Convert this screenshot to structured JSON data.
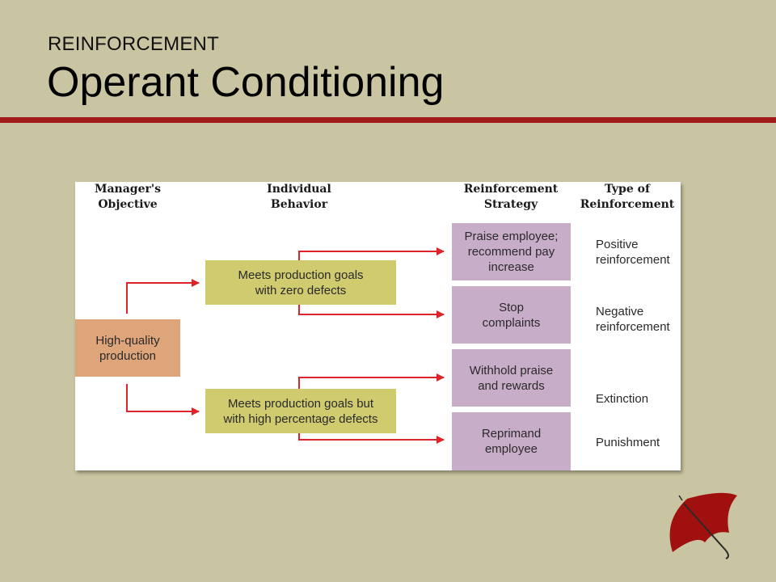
{
  "slide": {
    "subtitle": "REINFORCEMENT",
    "title": "Operant Conditioning"
  },
  "diagram": {
    "headers": {
      "objective": [
        "Manager's",
        "Objective"
      ],
      "behavior": [
        "Individual",
        "Behavior"
      ],
      "strategy": [
        "Reinforcement",
        "Strategy"
      ],
      "type": [
        "Type of",
        "Reinforcement"
      ]
    },
    "objective": [
      "High-quality",
      "production"
    ],
    "behaviors": [
      [
        "Meets production goals",
        "with zero defects"
      ],
      [
        "Meets production goals but",
        "with high percentage defects"
      ]
    ],
    "strategies": [
      [
        "Praise employee;",
        "recommend pay",
        "increase"
      ],
      [
        "Stop",
        "complaints"
      ],
      [
        "Withhold praise",
        "and rewards"
      ],
      [
        "Reprimand",
        "employee"
      ]
    ],
    "types": [
      [
        "Positive",
        "reinforcement"
      ],
      [
        "Negative",
        "reinforcement"
      ],
      [
        "Extinction"
      ],
      [
        "Punishment"
      ]
    ],
    "colors": {
      "objective": "#dfa57a",
      "behavior": "#cfcb6e",
      "strategy": "#c8adc8",
      "arrow": "#e0232b",
      "title_rule": "#a21a1a",
      "umbrella": "#a0100f"
    }
  },
  "icons": {
    "logo": "umbrella-icon"
  }
}
